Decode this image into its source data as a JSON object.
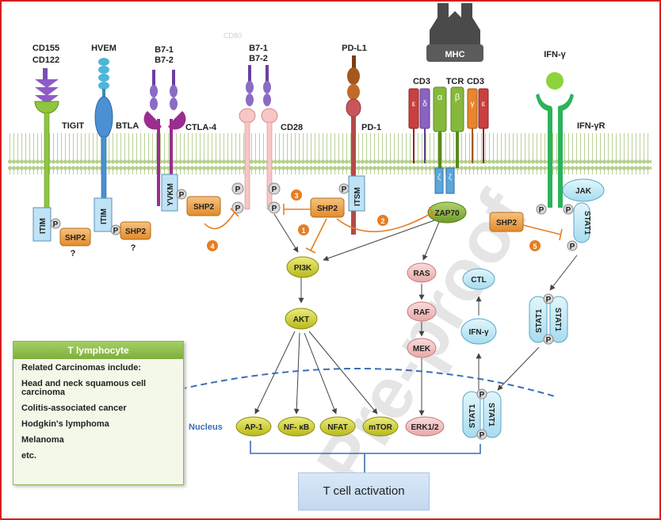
{
  "watermark": "Pre-proof",
  "receptors": {
    "tigit": {
      "ligand": "CD155",
      "ligand2": "CD122",
      "name": "TIGIT",
      "motif": "ITIM",
      "phos": "P",
      "phosphatase": "SHP2",
      "unknown": "?"
    },
    "btla": {
      "ligand": "HVEM",
      "name": "BTLA",
      "motif": "ITIM",
      "phos": "P",
      "phosphatase": "SHP2",
      "unknown": "?"
    },
    "ctla4": {
      "ligand": "B7-1",
      "ligand2": "B7-2",
      "name": "CTLA-4",
      "motif": "YVKM",
      "phos": "P",
      "phosphatase": "SHP2"
    },
    "cd28": {
      "ligand": "B7-1",
      "ligand2": "B7-2",
      "name": "CD28",
      "ghost": "CD80",
      "phos": "P"
    },
    "pd1": {
      "ligand": "PD-L1",
      "name": "PD-1",
      "motif": "ITSM",
      "phos": "P",
      "phosphatase": "SHP2"
    },
    "tcr": {
      "mhc": "MHC",
      "name": "TCR",
      "alpha": "α",
      "beta": "β",
      "cd3_left": "CD3",
      "cd3_right": "CD3",
      "eps": "ε",
      "delta": "δ",
      "gamma": "γ",
      "zeta": "ζ",
      "kinase": "ZAP70"
    },
    "ifng": {
      "ligand": "IFN-γ",
      "name": "IFN-γR",
      "kinase": "JAK",
      "stat": "STAT1",
      "phos": "P",
      "phosphatase": "SHP2"
    }
  },
  "steps": [
    "1",
    "2",
    "3",
    "4",
    "5"
  ],
  "pathway": {
    "pi3k": "PI3K",
    "akt": "AKT",
    "ras": "RAS",
    "raf": "RAF",
    "mek": "MEK",
    "erk": "ERK1/2",
    "ctl": "CTL",
    "ifng": "IFN-γ",
    "stat": "STAT1",
    "phos": "P"
  },
  "nucleus": {
    "label": "Nucleus",
    "factors": [
      "AP-1",
      "NF- κB",
      "NFAT",
      "mTOR"
    ]
  },
  "panel": {
    "title": "T lymphocyte",
    "items": [
      "Related Carcinomas include:",
      "Head and neck squamous cell carcinoma",
      "Colitis-associated  cancer",
      "Hodgkin's lymphoma",
      "Melanoma",
      "etc."
    ]
  },
  "outcome": "T cell activation",
  "colors": {
    "membrane": "#c6dfa4",
    "shp2": "#f0a850",
    "pi3k": "#d5d53a",
    "ras": "#f2c0c0",
    "stat": "#bfe6f3",
    "zap70": "#8ab43c",
    "inhibition": "#e67e22",
    "border": "#d62020"
  }
}
